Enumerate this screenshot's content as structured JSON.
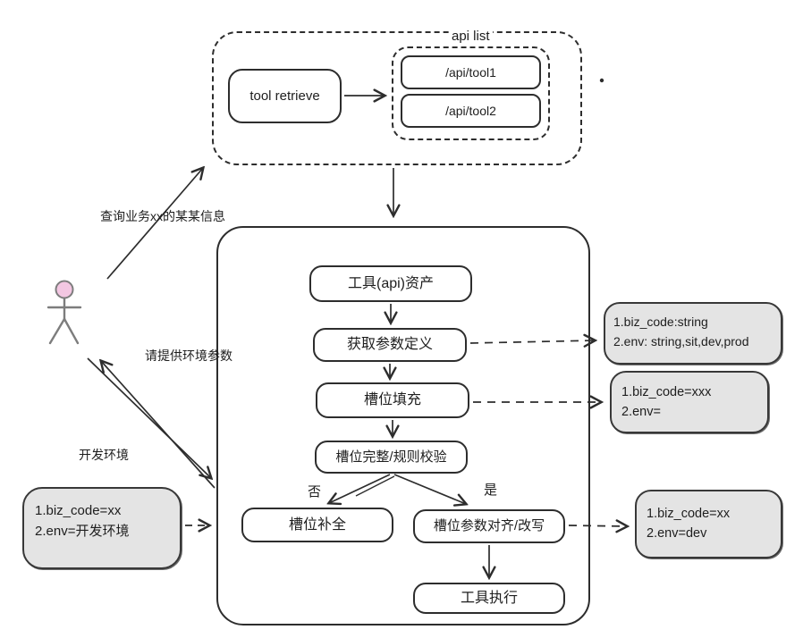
{
  "top_group": {
    "tool_retrieve_label": "tool retrieve",
    "api_list_label": "api list",
    "api_items": [
      "/api/tool1",
      "/api/tool2"
    ]
  },
  "actor_messages": {
    "query_label": "查询业务xx的某某信息",
    "env_request_label": "请提供环境参数",
    "dev_env_label": "开发环境"
  },
  "flow_nodes": {
    "tool_asset": "工具(api)资产",
    "get_param_def": "获取参数定义",
    "slot_filling": "槽位填充",
    "slot_check": "槽位完整/规则校验",
    "slot_completion": "槽位补全",
    "slot_align": "槽位参数对齐/改写",
    "tool_exec": "工具执行"
  },
  "branch_labels": {
    "no": "否",
    "yes": "是"
  },
  "notes": {
    "dev_input": [
      "1.biz_code=xx",
      "2.env=开发环境"
    ],
    "param_schema": [
      "1.biz_code:string",
      "2.env: string,sit,dev,prod"
    ],
    "slot_values": [
      "1.biz_code=xxx",
      "2.env="
    ],
    "final_values": [
      "1.biz_code=xx",
      "2.env=dev"
    ]
  },
  "colors": {
    "stroke": "#2d2d2d",
    "note_fill": "#e4e4e4",
    "actor_stroke": "#7d7d7d",
    "actor_head_fill": "#f3c7e2"
  }
}
